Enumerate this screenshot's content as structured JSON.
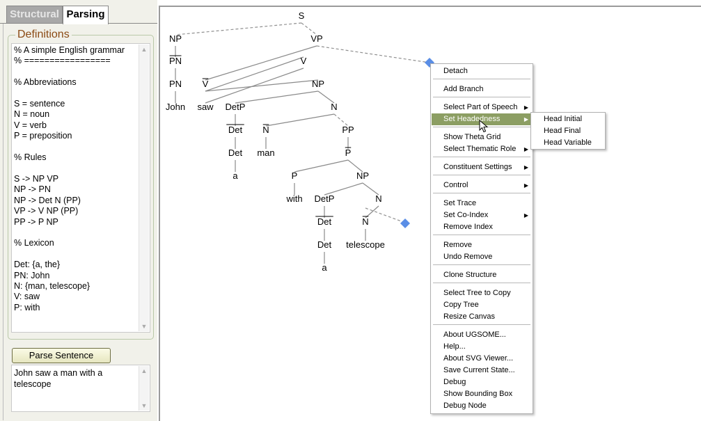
{
  "tabs": [
    {
      "label": "Structural",
      "active": false
    },
    {
      "label": "Parsing",
      "active": true
    }
  ],
  "definitions": {
    "legend": "Definitions",
    "lines": [
      "% A simple English grammar",
      "% =================",
      "",
      "% Abbreviations",
      "",
      "S = sentence",
      "N = noun",
      "V = verb",
      "P = preposition",
      "",
      "% Rules",
      "",
      "S -> NP VP",
      "NP -> PN",
      "NP -> Det N (PP)",
      "VP -> V NP (PP)",
      "PP -> P NP",
      "",
      "% Lexicon",
      "",
      "Det: {a, the}",
      "PN: John",
      "N: {man, telescope}",
      "V: saw",
      "P: with"
    ]
  },
  "parse_button": "Parse Sentence",
  "sentence": "John saw a man with a telescope",
  "tree": {
    "labels": [
      "S",
      "NP",
      "VP",
      "PN",
      "V",
      "PN",
      "V",
      "NP",
      "John",
      "saw",
      "DetP",
      "N",
      "Det",
      "N",
      "PP",
      "Det",
      "man",
      "P",
      "a",
      "P",
      "NP",
      "with",
      "DetP",
      "N",
      "Det",
      "N",
      "Det",
      "telescope",
      "a"
    ],
    "barred": [
      "PN",
      "V",
      "Det",
      "N",
      "P",
      "Det",
      "N"
    ]
  },
  "menu": {
    "items": [
      {
        "label": "Detach",
        "submenu": false
      },
      {
        "label": "Add Branch",
        "submenu": false
      },
      {
        "label": "Select Part of Speech",
        "submenu": true
      },
      {
        "label": "Set Headedness",
        "submenu": true,
        "highlighted": true
      },
      {
        "label": "Show Theta Grid",
        "submenu": false
      },
      {
        "label": "Select Thematic Role",
        "submenu": true
      },
      {
        "label": "Constituent Settings",
        "submenu": true
      },
      {
        "label": "Control",
        "submenu": true
      },
      {
        "label": "Set Trace",
        "submenu": false
      },
      {
        "label": "Set Co-Index",
        "submenu": true
      },
      {
        "label": "Remove Index",
        "submenu": false
      },
      {
        "label": "Remove",
        "submenu": false
      },
      {
        "label": "Undo Remove",
        "submenu": false
      },
      {
        "label": "Clone Structure",
        "submenu": false
      },
      {
        "label": "Select Tree to Copy",
        "submenu": false
      },
      {
        "label": "Copy Tree",
        "submenu": false
      },
      {
        "label": "Resize Canvas",
        "submenu": false
      },
      {
        "label": "About UGSOME...",
        "submenu": false
      },
      {
        "label": "Help...",
        "submenu": false
      },
      {
        "label": "About SVG Viewer...",
        "submenu": false
      },
      {
        "label": "Save Current State...",
        "submenu": false
      },
      {
        "label": "Debug",
        "submenu": false
      },
      {
        "label": "Show Bounding Box",
        "submenu": false
      },
      {
        "label": "Debug Node",
        "submenu": false
      }
    ]
  },
  "submenu": {
    "items": [
      "Head Initial",
      "Head Final",
      "Head Variable"
    ]
  },
  "colors": {
    "highlight": "#8c9e63",
    "diamond": "#5a8ee6",
    "legend": "#8b4a14"
  }
}
